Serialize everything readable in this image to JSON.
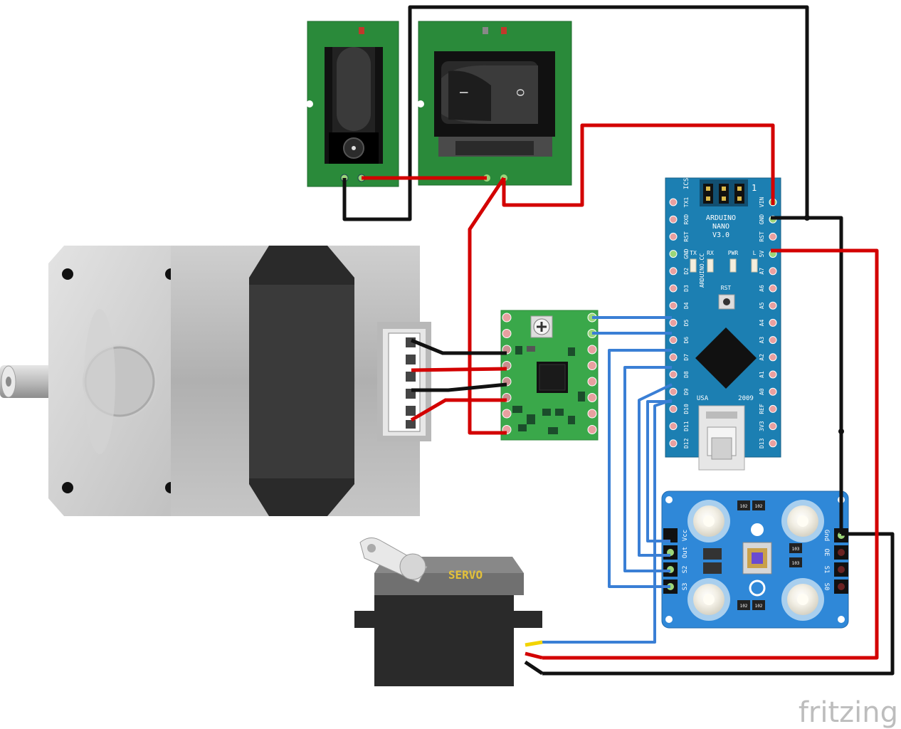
{
  "watermark": "fritzing",
  "colors": {
    "wire_black": "#111111",
    "wire_red": "#d30000",
    "wire_blue": "#3a7fd5",
    "wire_yellow": "#f2d400",
    "pcb_green": "#2a8a3a",
    "nano_blue": "#1c7fb2",
    "sensor_blue": "#2f88d8",
    "driver_green": "#3aa84a"
  },
  "arduino": {
    "name": "ARDUINO",
    "model": "NANO",
    "version": "V3.0",
    "website": "ARDUINO.CC",
    "origin": "USA",
    "year": "2009",
    "icsp": "ICSP",
    "icsp_pin": "1",
    "rst_button": "RST",
    "leds": [
      "TX",
      "RX",
      "PWR",
      "L"
    ],
    "left_pins": [
      "TX1",
      "RXD",
      "RST",
      "GND",
      "D2",
      "D3",
      "D4",
      "D5",
      "D6",
      "D7",
      "D8",
      "D9",
      "D10",
      "D11",
      "D12"
    ],
    "right_pins": [
      "VIN",
      "GND",
      "RST",
      "5V",
      "A7",
      "A6",
      "A5",
      "A4",
      "A3",
      "A2",
      "A1",
      "A0",
      "REF",
      "3V3",
      "D13"
    ]
  },
  "servo": {
    "label": "SERVO"
  },
  "power_switch": {
    "on_symbol": "I",
    "off_symbol": "O"
  },
  "color_sensor": {
    "left_pins": [
      "Vcc",
      "Out",
      "S2",
      "S3"
    ],
    "right_pins": [
      "Gnd",
      "OE",
      "S1",
      "S0"
    ],
    "resistor_labels": [
      "102",
      "102",
      "103",
      "103",
      "102",
      "102"
    ]
  }
}
